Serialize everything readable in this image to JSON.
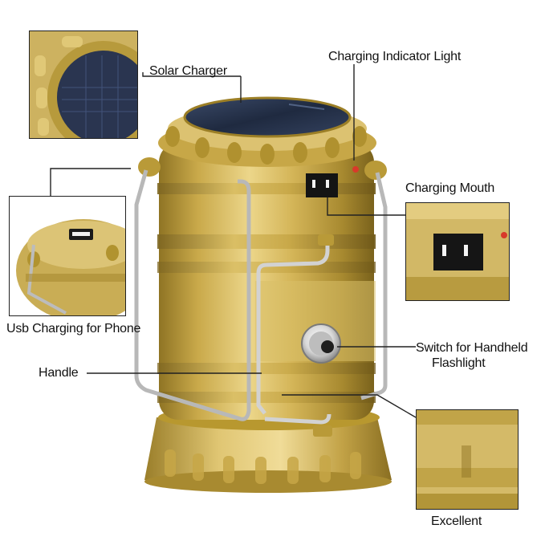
{
  "labels": {
    "solar_charger": "Solar Charger",
    "charging_indicator_light": "Charging Indicator Light",
    "charging_mouth": "Charging Mouth",
    "usb_charging": "Usb Charging for Phone",
    "switch_line1": "Switch for Handheld",
    "switch_line2": "Flashlight",
    "handle": "Handle",
    "excellent": "Excellent"
  },
  "colors": {
    "gold_light": "#e6cf7f",
    "gold_mid": "#c9a94a",
    "gold_dark": "#8f7424",
    "steel": "#c8c8c8",
    "solar_panel": "#27334d",
    "indicator_red": "#d83a2a"
  }
}
